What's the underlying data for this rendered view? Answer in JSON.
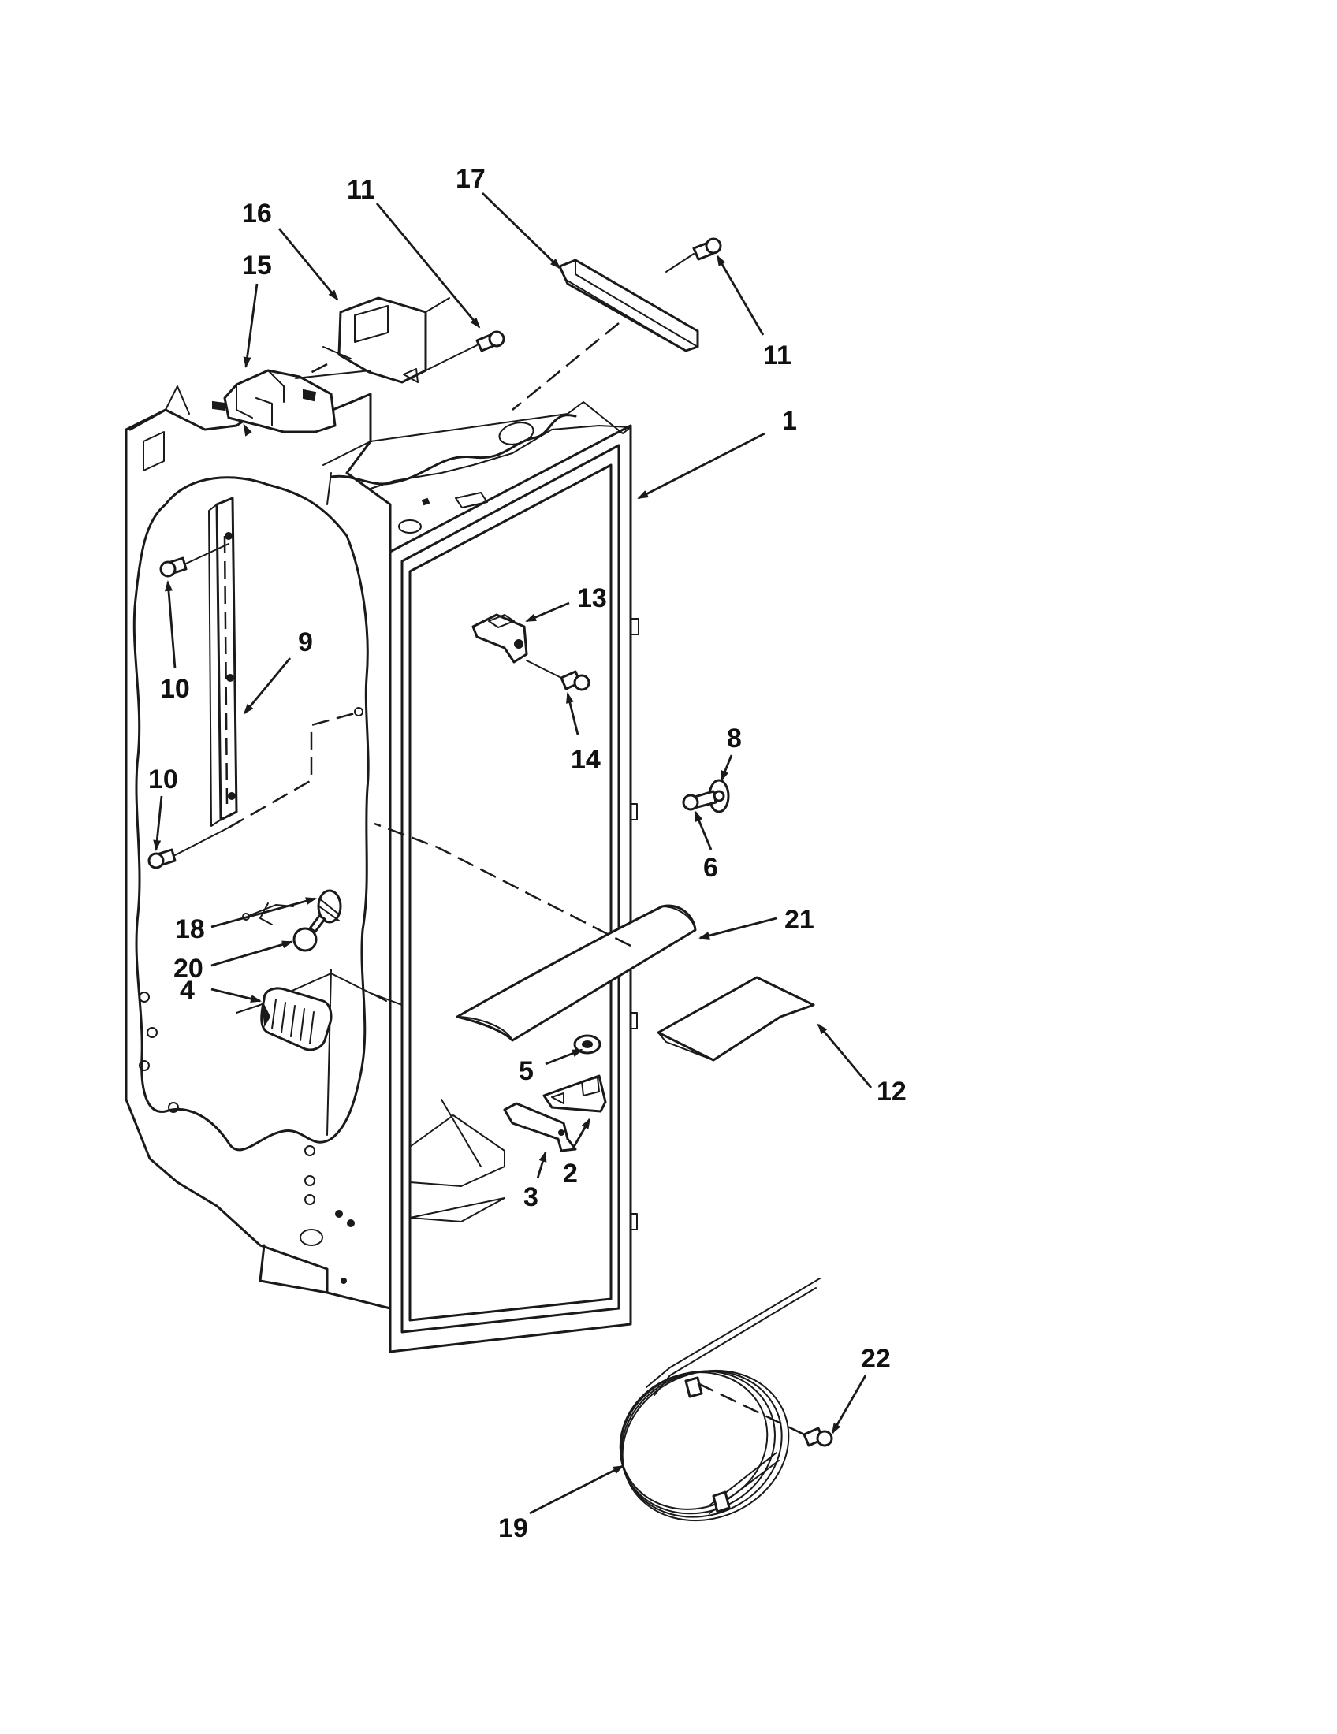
{
  "diagram": {
    "type": "exploded-parts-view",
    "callouts": [
      {
        "id": "c1",
        "label": "1"
      },
      {
        "id": "c2",
        "label": "2"
      },
      {
        "id": "c3",
        "label": "3"
      },
      {
        "id": "c4",
        "label": "4"
      },
      {
        "id": "c5",
        "label": "5"
      },
      {
        "id": "c6",
        "label": "6"
      },
      {
        "id": "c8",
        "label": "8"
      },
      {
        "id": "c9",
        "label": "9"
      },
      {
        "id": "c10a",
        "label": "10"
      },
      {
        "id": "c10b",
        "label": "10"
      },
      {
        "id": "c11a",
        "label": "11"
      },
      {
        "id": "c11b",
        "label": "11"
      },
      {
        "id": "c12",
        "label": "12"
      },
      {
        "id": "c13",
        "label": "13"
      },
      {
        "id": "c14",
        "label": "14"
      },
      {
        "id": "c15",
        "label": "15"
      },
      {
        "id": "c16",
        "label": "16"
      },
      {
        "id": "c17",
        "label": "17"
      },
      {
        "id": "c18",
        "label": "18"
      },
      {
        "id": "c19",
        "label": "19"
      },
      {
        "id": "c20",
        "label": "20"
      },
      {
        "id": "c21",
        "label": "21"
      },
      {
        "id": "c22",
        "label": "22"
      }
    ]
  }
}
